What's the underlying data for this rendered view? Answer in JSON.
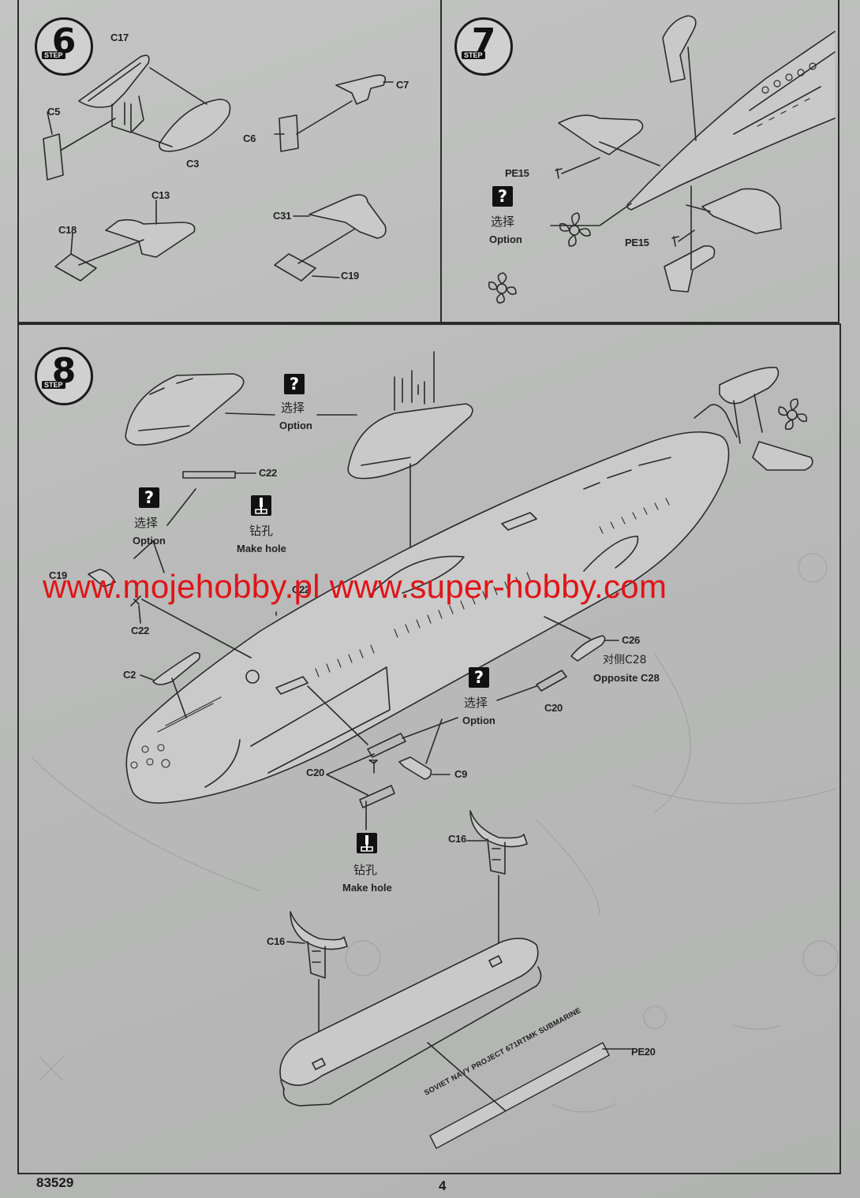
{
  "steps": [
    {
      "number": "6",
      "word": "STEP"
    },
    {
      "number": "7",
      "word": "STEP"
    },
    {
      "number": "8",
      "word": "STEP"
    }
  ],
  "step6_parts": {
    "c17": "C17",
    "c5": "C5",
    "c3": "C3",
    "c6": "C6",
    "c7": "C7",
    "c13": "C13",
    "c18": "C18",
    "c31": "C31",
    "c19": "C19"
  },
  "step7_parts": {
    "pe15_left": "PE15",
    "pe15_right": "PE15"
  },
  "step8_parts": {
    "c22_top": "C22",
    "c19": "C19",
    "c22_mid": "C22",
    "c22_low": "C22",
    "c2": "C2",
    "c26": "C26",
    "c20_right": "C20",
    "c20_left": "C20",
    "c9": "C9",
    "c16_right": "C16",
    "c16_left": "C16",
    "pe20": "PE20"
  },
  "option_cn": "选择",
  "option_en": "Option",
  "drill_cn": "钻孔",
  "drill_en": "Make hole",
  "opposite_cn": "对侧C28",
  "opposite_en": "Opposite C28",
  "nameplate": "SOVIET NAVY PROJECT 671RTMK SUBMARINE",
  "watermark": "www.mojehobby.pl www.super-hobby.com",
  "footer": {
    "code": "83529",
    "page": "4"
  },
  "colors": {
    "watermark": "#e01418",
    "paper": "#bbbcbb",
    "ink": "#1e1e1e"
  },
  "icons": [
    "question-icon",
    "drill-icon",
    "propeller-icon"
  ]
}
